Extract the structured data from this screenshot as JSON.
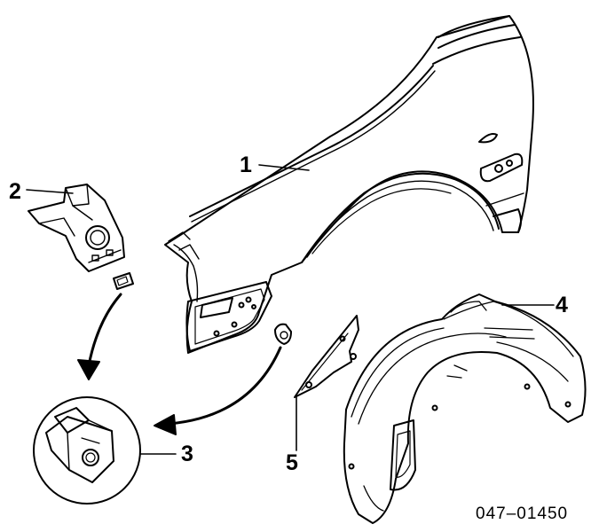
{
  "callouts": {
    "fender": "1",
    "bracket": "2",
    "clip_nut": "3",
    "liner": "4",
    "splash_shield": "5"
  },
  "diagram_code": "047–01450",
  "colors": {
    "ink": "#000000",
    "paper": "#ffffff"
  }
}
